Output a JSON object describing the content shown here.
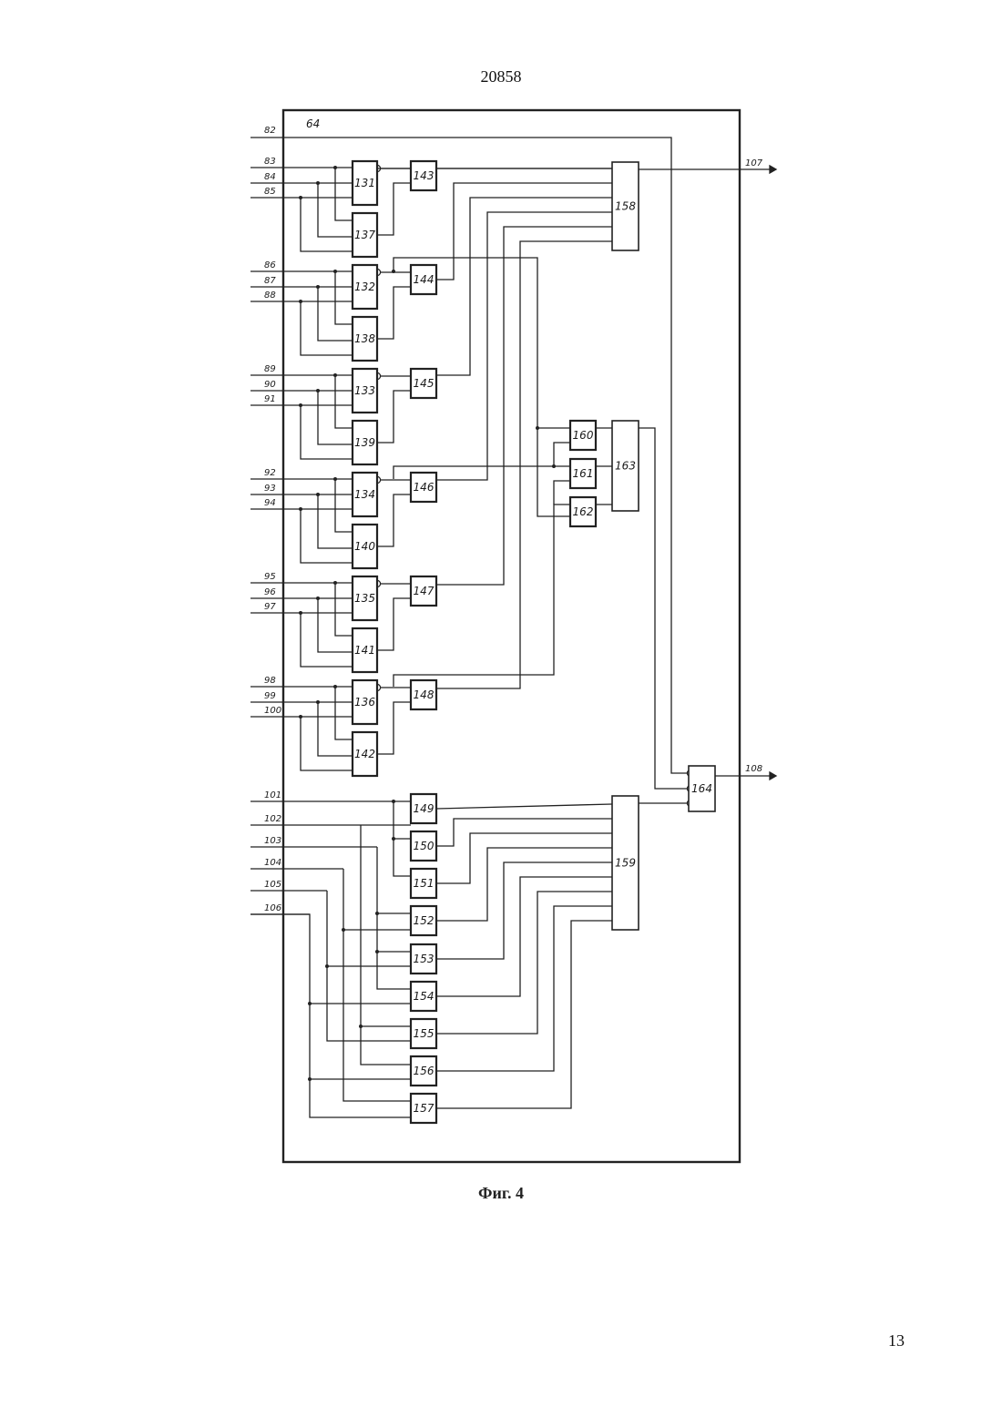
{
  "header": {
    "doc_number": "20858"
  },
  "footer": {
    "page_number": "13"
  },
  "figure": {
    "caption": "Фиг. 4",
    "frame_label": "64",
    "inputs": [
      "82",
      "83",
      "84",
      "85",
      "86",
      "87",
      "88",
      "89",
      "90",
      "91",
      "92",
      "93",
      "94",
      "95",
      "96",
      "97",
      "98",
      "99",
      "100",
      "101",
      "102",
      "103",
      "104",
      "105",
      "106"
    ],
    "outputs": [
      "107",
      "108"
    ],
    "blocks": [
      "131",
      "132",
      "133",
      "134",
      "135",
      "136",
      "137",
      "138",
      "139",
      "140",
      "141",
      "142",
      "143",
      "144",
      "145",
      "146",
      "147",
      "148",
      "149",
      "150",
      "151",
      "152",
      "153",
      "154",
      "155",
      "156",
      "157",
      "158",
      "159",
      "160",
      "161",
      "162",
      "163",
      "164"
    ]
  }
}
